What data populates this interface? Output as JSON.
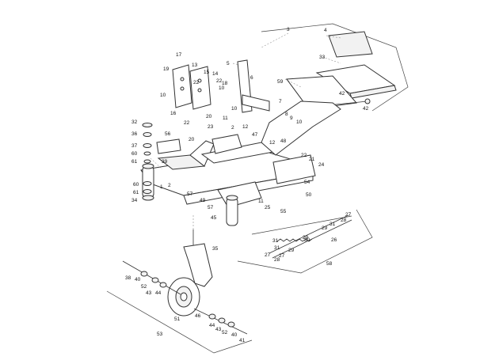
{
  "diagram": {
    "callouts": [
      "1",
      "2",
      "2",
      "3",
      "4",
      "5",
      "6",
      "7",
      "8",
      "9",
      "10",
      "10",
      "10",
      "10",
      "11",
      "11",
      "12",
      "12",
      "13",
      "14",
      "15",
      "16",
      "17",
      "18",
      "19",
      "20",
      "20",
      "21",
      "22",
      "22",
      "22",
      "22",
      "23",
      "24",
      "25",
      "26",
      "27",
      "27",
      "27",
      "28",
      "28",
      "29",
      "29",
      "29",
      "30",
      "31",
      "31",
      "31",
      "32",
      "33",
      "34",
      "35",
      "36",
      "37",
      "38",
      "39",
      "40",
      "40",
      "41",
      "42",
      "42",
      "43",
      "43",
      "44",
      "44",
      "45",
      "46",
      "47",
      "48",
      "49",
      "50",
      "51",
      "52",
      "52",
      "53",
      "54",
      "55",
      "56",
      "57",
      "57",
      "58",
      "59",
      "60",
      "60",
      "61",
      "61"
    ]
  }
}
